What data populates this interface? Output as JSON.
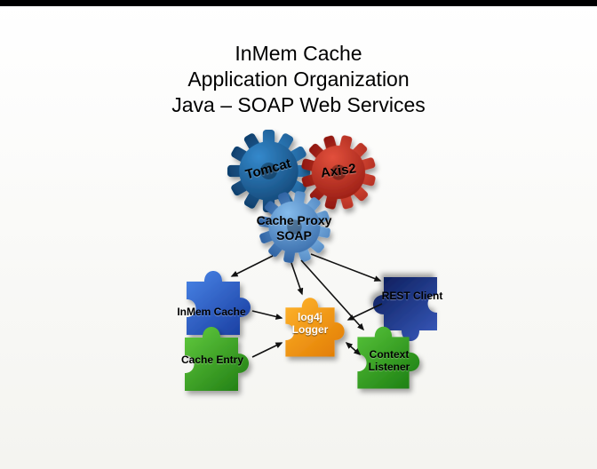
{
  "title": {
    "line1": "InMem Cache",
    "line2": "Application Organization",
    "line3": "Java  – SOAP Web Services"
  },
  "gears": {
    "tomcat": {
      "label": "Tomcat"
    },
    "axis2": {
      "label": "Axis2"
    },
    "cache_proxy": {
      "label_line1": "Cache Proxy",
      "label_line2": "SOAP"
    }
  },
  "pieces": {
    "inmem_cache": {
      "label": "InMem Cache"
    },
    "cache_entry": {
      "label": "Cache Entry"
    },
    "log4j": {
      "label_line1": "log4j",
      "label_line2": "Logger"
    },
    "rest_client": {
      "label": "REST Client"
    },
    "context_listener": {
      "label_line1": "Context",
      "label_line2": "Listener"
    }
  },
  "colors": {
    "gear_blue_light": "#3489cc",
    "gear_blue_dark": "#0d3a66",
    "gear_red_light": "#e2503c",
    "gear_red_dark": "#8a130c",
    "gear_lightblue_light": "#85bcec",
    "gear_lightblue_dark": "#2a5d9e",
    "piece_blue_light": "#4a86e8",
    "piece_blue_dark": "#16399c",
    "piece_navy_light": "#3a5cc0",
    "piece_navy_dark": "#0a1a55",
    "piece_green_light": "#63cc3f",
    "piece_green_dark": "#1d7a12",
    "piece_green2_light": "#58c43a",
    "piece_green2_dark": "#187a10",
    "piece_orange_light": "#ffb52e",
    "piece_orange_dark": "#e07900",
    "arrow": "#111111"
  }
}
